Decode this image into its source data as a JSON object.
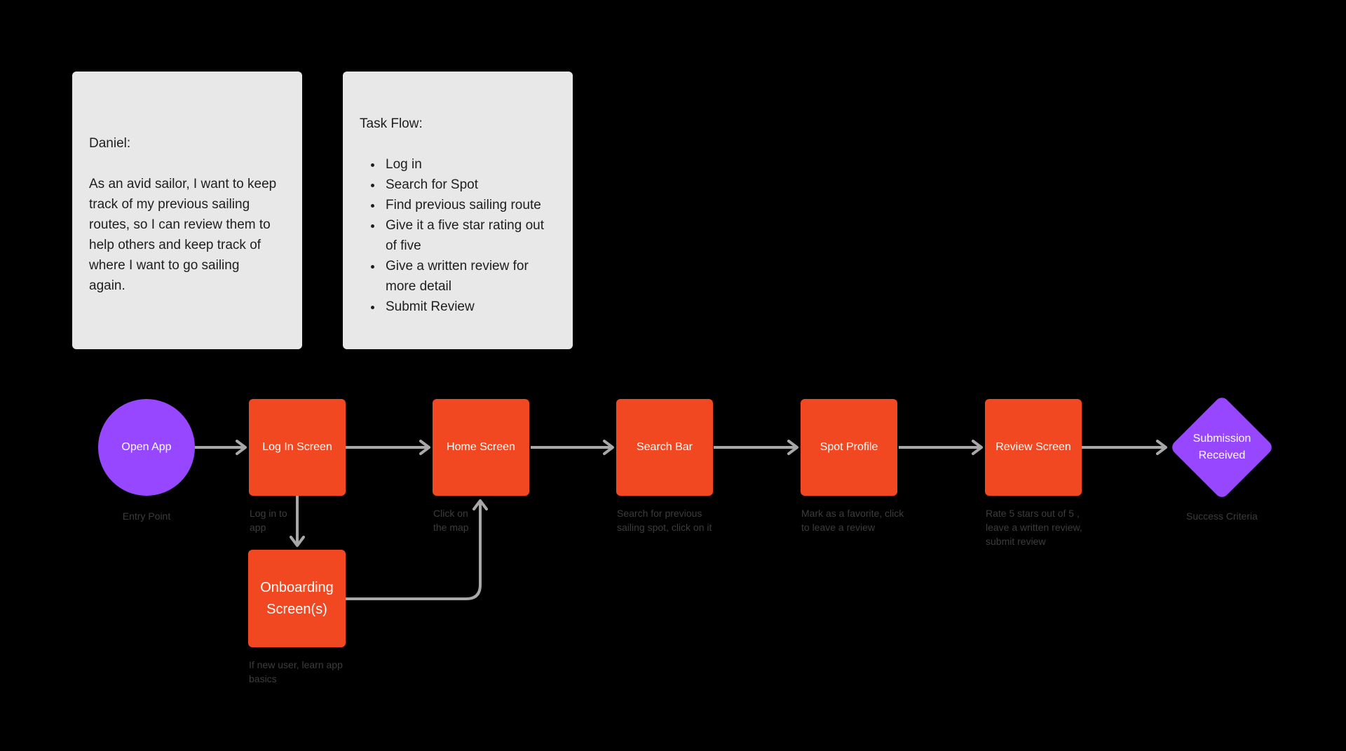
{
  "canvas": {
    "background": "#000000"
  },
  "colors": {
    "node_orange": "#F24822",
    "node_purple": "#9747FF",
    "card_background": "#E8E8E8",
    "card_text": "#1E1E1E",
    "node_label_text": "#FFFFFF",
    "caption_text": "#3D3D3D",
    "connector": "#A8A8A8"
  },
  "cards": {
    "persona": {
      "title": "Daniel:",
      "body": "As an avid sailor, I want to keep\ntrack of my previous sailing\nroutes, so I can review them to\nhelp others and keep track of\nwhere I want to go sailing\nagain."
    },
    "task_flow": {
      "title": "Task Flow:",
      "items": [
        "Log in",
        "Search for Spot",
        "Find previous sailing route",
        "Give it a five star rating out\nof five",
        "Give a written review for\nmore detail",
        "Submit Review"
      ]
    }
  },
  "flow": {
    "entry": {
      "shape": "circle",
      "label": "Open App",
      "caption": "Entry Point"
    },
    "login": {
      "shape": "rectangle",
      "label": "Log In Screen",
      "caption": "Log in to\napp"
    },
    "home": {
      "shape": "rectangle",
      "label": "Home Screen",
      "caption": "Click on\nthe map"
    },
    "search": {
      "shape": "rectangle",
      "label": "Search Bar",
      "caption": "Search for previous\nsailing spot, click on it"
    },
    "spot": {
      "shape": "rectangle",
      "label": "Spot Profile",
      "caption": "Mark as a favorite, click\nto leave a review"
    },
    "review": {
      "shape": "rectangle",
      "label": "Review Screen",
      "caption": "Rate 5 stars out of 5 ,\nleave a written review,\nsubmit review"
    },
    "success": {
      "shape": "diamond",
      "label": "Submission\nReceived",
      "caption": "Success Criteria"
    },
    "onboarding": {
      "shape": "rectangle",
      "label": "Onboarding\nScreen(s)",
      "caption": "If new user, learn app\nbasics"
    }
  }
}
